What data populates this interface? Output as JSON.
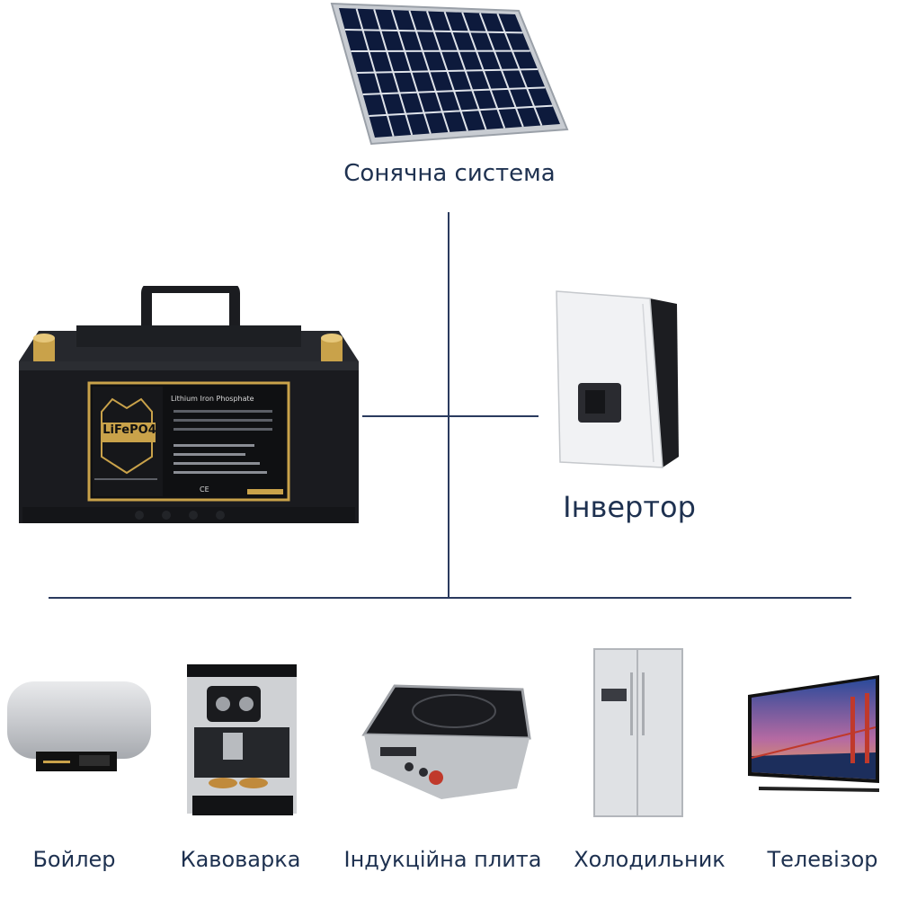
{
  "solar": {
    "label": "Сонячна система"
  },
  "inverter": {
    "label": "Інвертор"
  },
  "battery": {
    "logo_text": "LiFePO4",
    "banner_text": "Lithium Iron Phosphate",
    "ce_mark": "CE"
  },
  "appliances": [
    {
      "label": "Бойлер"
    },
    {
      "label": "Кавоварка"
    },
    {
      "label": "Індукційна плита"
    },
    {
      "label": "Холодильник"
    },
    {
      "label": "Телевізор"
    }
  ],
  "colors": {
    "label_text": "#1e3150",
    "connector_line": "#2a3a5e",
    "battery_gold": "#c9a24a",
    "panel_cell": "#0d1a3c"
  }
}
